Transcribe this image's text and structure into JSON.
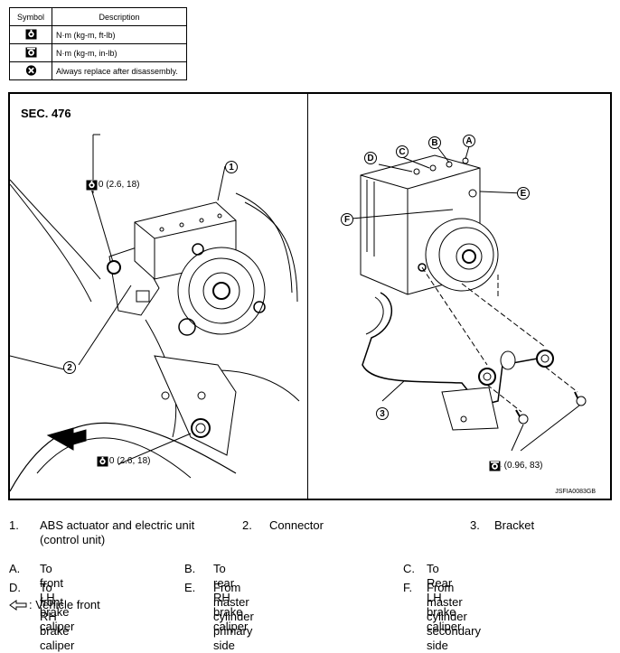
{
  "symbol_table": {
    "header_symbol": "Symbol",
    "header_description": "Description",
    "rows": [
      {
        "icon": "torque-wrench-icon",
        "description": "N·m (kg-m, ft-lb)"
      },
      {
        "icon": "torque-wrench-small-icon",
        "description": "N·m (kg-m, in-lb)"
      },
      {
        "icon": "always-replace-icon",
        "description": "Always replace after disassembly."
      }
    ]
  },
  "figure": {
    "section": "SEC. 476",
    "torque_top": "25.0 (2.6, 18)",
    "torque_bottom": "25.0 (2.6, 18)",
    "torque_right": "9.4 (0.96, 83)",
    "callouts": {
      "c1": "1",
      "c2": "2",
      "c3": "3",
      "cA": "A",
      "cB": "B",
      "cC": "C",
      "cD": "D",
      "cE": "E",
      "cF": "F"
    },
    "figure_code": "JSFIA0083GB"
  },
  "legend": {
    "items": [
      {
        "num": "1.",
        "text": "ABS actuator and electric unit (control unit)"
      },
      {
        "num": "2.",
        "text": "Connector"
      },
      {
        "num": "3.",
        "text": "Bracket"
      },
      {
        "num": "A.",
        "text": "To front LH brake caliper"
      },
      {
        "num": "B.",
        "text": "To rear RH brake caliper"
      },
      {
        "num": "C.",
        "text": "To Rear LH brake caliper"
      },
      {
        "num": "D.",
        "text": "To front RH brake caliper"
      },
      {
        "num": "E.",
        "text": "From master cylinder primary side"
      },
      {
        "num": "F.",
        "text": "From master cylinder secondary side"
      }
    ],
    "vehicle_front_icon": "arrow-left-outline-icon",
    "vehicle_front": ": Vehicle front"
  }
}
